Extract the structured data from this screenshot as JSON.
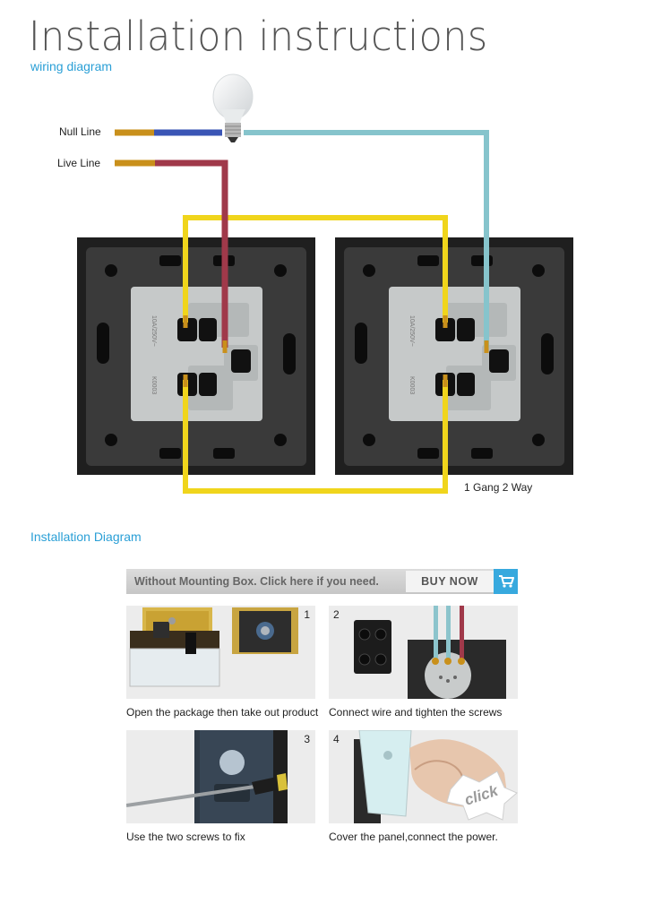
{
  "header": {
    "title": "Installation instructions",
    "subtitle": "wiring diagram"
  },
  "wiring": {
    "null_line_label": "Null Line",
    "live_line_label": "Live Line",
    "config_label": "1 Gang 2 Way",
    "module_print_left": "10A/250V~",
    "module_print_right": "10A/250V~",
    "module_model": "K0003",
    "colors": {
      "null_wire": "#3a55b5",
      "live_wire": "#a0394a",
      "switched_wire": "#86c4cc",
      "traveler_wire": "#f0d51c",
      "panel": "#222222",
      "module": "#c6c9c9"
    }
  },
  "install": {
    "section_title": "Installation Diagram",
    "banner": {
      "text": "Without Mounting Box. Click here if you need.",
      "button_label": "BUY NOW",
      "cart_icon": "cart-icon",
      "accent": "#37a9de"
    },
    "steps": [
      {
        "number": "1",
        "caption": "Open the package then take out product"
      },
      {
        "number": "2",
        "caption": "Connect wire and tighten the screws"
      },
      {
        "number": "3",
        "caption": "Use the two screws to fix"
      },
      {
        "number": "4",
        "caption": "Cover the panel,connect the power.",
        "badge": "click"
      }
    ]
  }
}
